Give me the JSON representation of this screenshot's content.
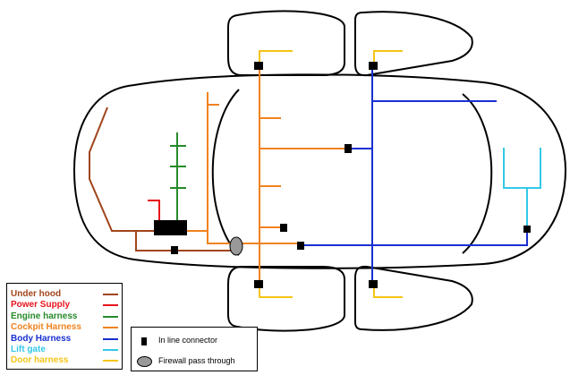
{
  "legend": {
    "items": [
      {
        "label": "Under hood",
        "color": "#a0451c"
      },
      {
        "label": "Power Supply",
        "color": "#e8141c"
      },
      {
        "label": "Engine harness",
        "color": "#268a2a"
      },
      {
        "label": "Cockpit Harness",
        "color": "#f0821e"
      },
      {
        "label": "Body Harness",
        "color": "#1830d0"
      },
      {
        "label": "Lift gate",
        "color": "#34c8e8"
      },
      {
        "label": "Door harness",
        "color": "#f5c518"
      }
    ]
  },
  "key": {
    "connector_label": "In line connector",
    "firewall_label": "Firewall pass through"
  },
  "colors": {
    "outline": "#000000",
    "connector": "#000000",
    "firewall_fill": "#999999"
  }
}
